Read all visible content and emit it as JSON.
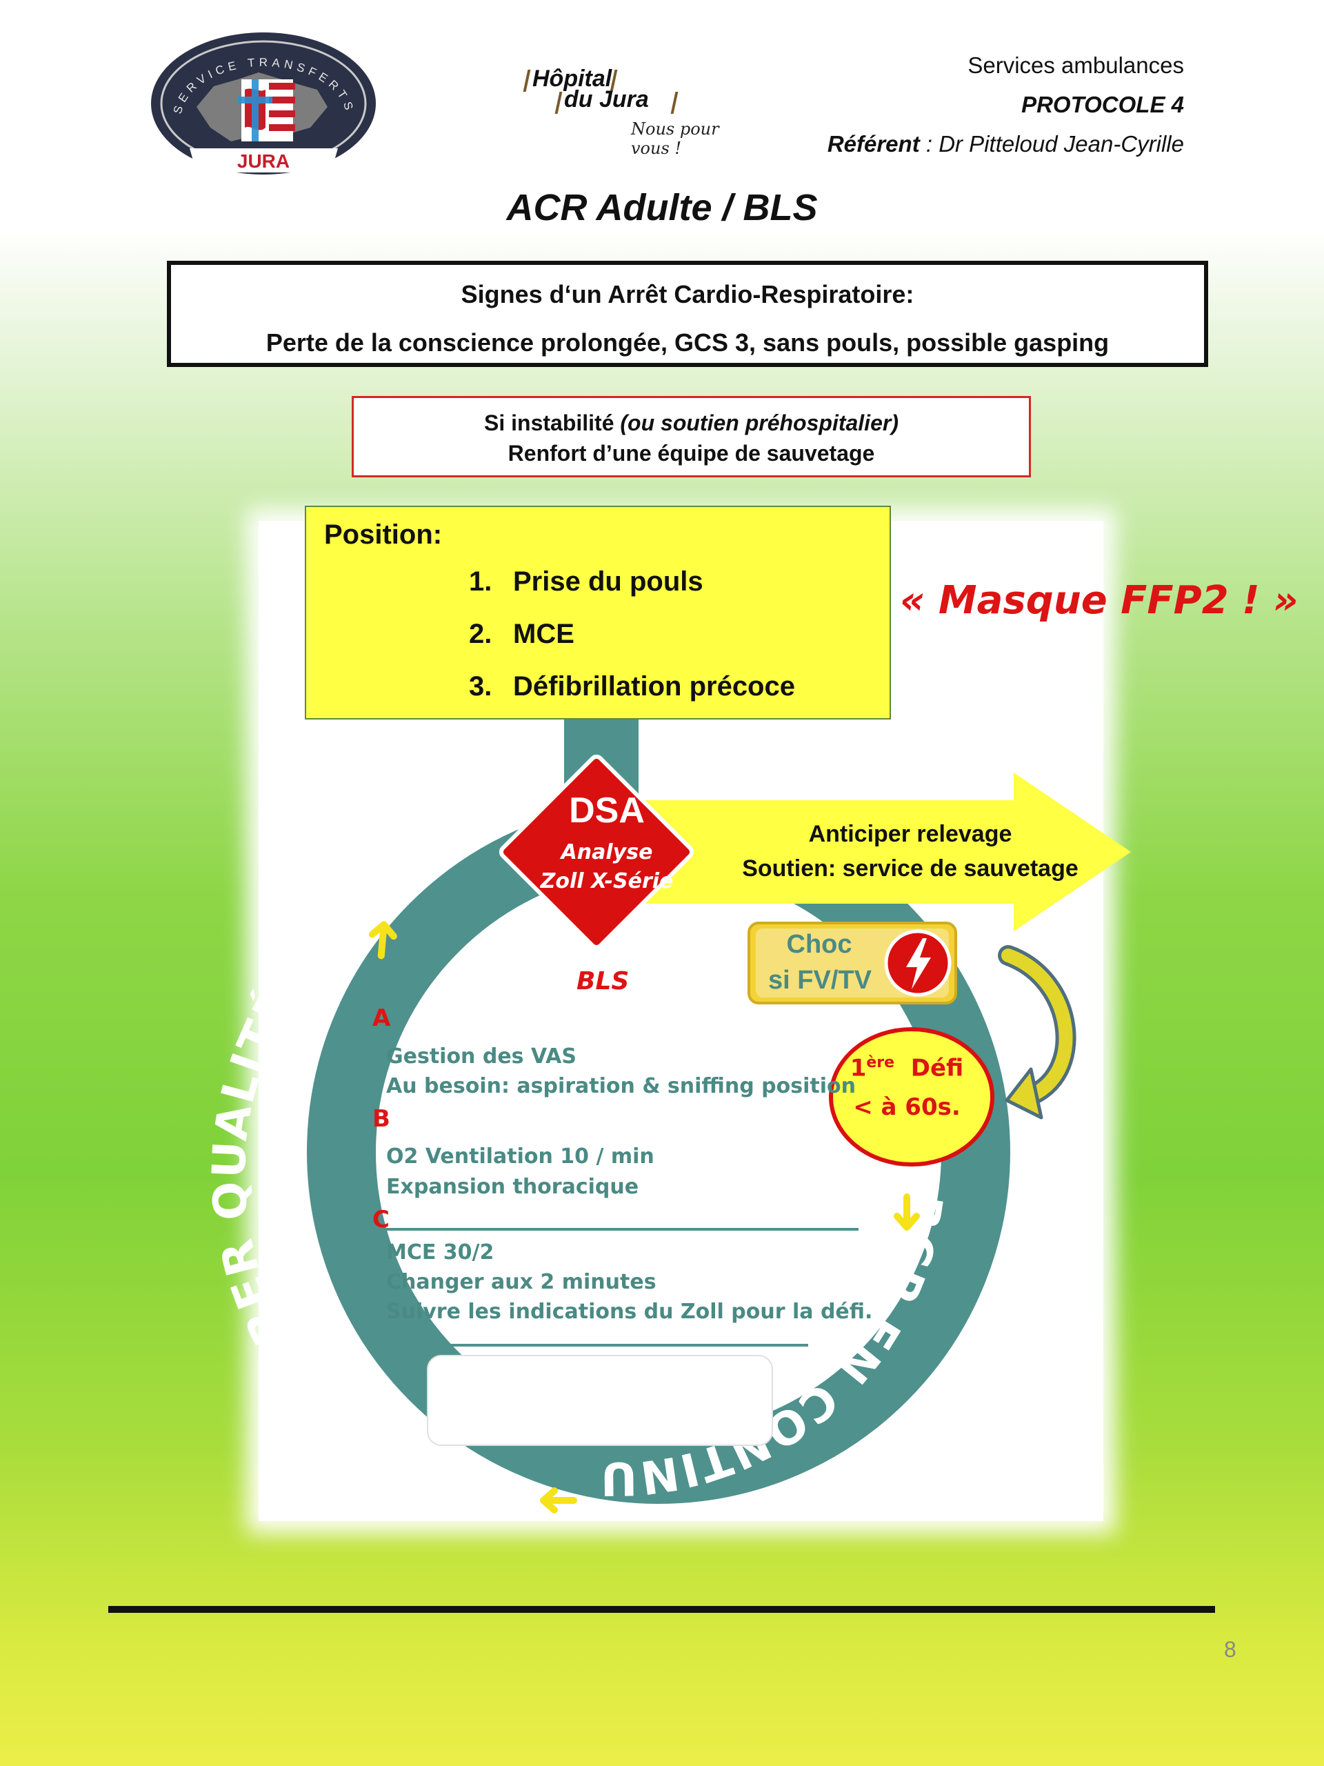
{
  "header": {
    "logo_jura": {
      "top_text": "SERVICE TRANSFERTS",
      "bottom_text": "JURA"
    },
    "hospital_logo": {
      "line1": "Hôpital",
      "line2": "du Jura",
      "slogan": "Nous pour vous !"
    },
    "services": "Services ambulances",
    "protocole": "PROTOCOLE  4",
    "referent_label": "Référent",
    "referent_value": " : Dr Pitteloud Jean-Cyrille"
  },
  "title": "ACR Adulte / BLS",
  "signs": {
    "title": "Signes d‘un Arrêt Cardio-Respiratoire:",
    "text": "Perte de la conscience prolongée, GCS 3, sans pouls, possible gasping"
  },
  "renfort": {
    "line1_a": "Si instabilité ",
    "line1_b": "(ou soutien préhospitalier)",
    "line2": "Renfort d’une équipe de sauvetage"
  },
  "position": {
    "title": "Position:",
    "items": [
      {
        "num": "1.",
        "text": "Prise du pouls"
      },
      {
        "num": "2.",
        "text": "MCE"
      },
      {
        "num": "3.",
        "text": "Défibrillation précoce"
      }
    ]
  },
  "masque": "« Masque FFP2 ! »",
  "relevage": {
    "line1": "Anticiper relevage",
    "line2": "Soutien: service de sauvetage"
  },
  "dsa": {
    "title": "DSA",
    "sub1": "Analyse",
    "sub2": "Zoll X-Série"
  },
  "choc": {
    "line1": "Choc",
    "line2": "si FV/TV"
  },
  "bls": "BLS",
  "defi": {
    "pre": "1",
    "sup": "ère",
    "post": "  Défi",
    "line2": "< à 60s."
  },
  "ring": {
    "left_text": "MONITORER QUALITÉ RCP",
    "right_text": "RCP EN CONTINU"
  },
  "abc": {
    "a_letter": "A",
    "a_items": [
      "Gestion des VAS",
      "Au besoin: aspiration & sniffing position"
    ],
    "b_letter": "B",
    "b_items": [
      "O2 Ventilation 10 / min",
      "Expansion thoracique"
    ],
    "c_letter": "C",
    "c_items": [
      "MCE 30/2",
      "Changer aux 2 minutes",
      "Suivre les indications du Zoll pour la défi."
    ]
  },
  "page_number": "8",
  "colors": {
    "teal": "#4f918d",
    "yellow": "#ffff44",
    "red": "#dd1414",
    "gold": "#d8b632"
  }
}
